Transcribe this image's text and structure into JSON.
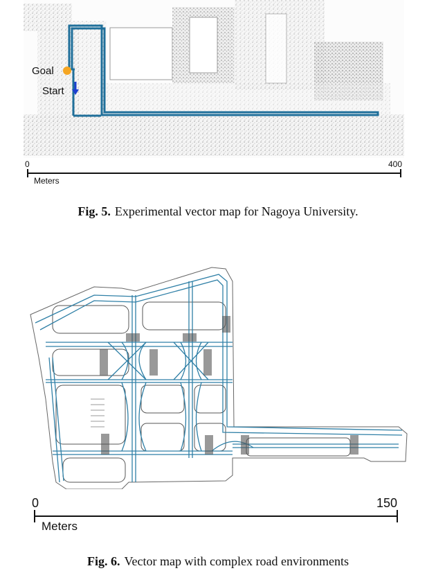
{
  "figures": [
    {
      "label": "Fig. 5.",
      "caption": "Experimental vector map for Nagoya University.",
      "map": {
        "goal_label": "Goal",
        "start_label": "Start",
        "route_color": "#1f6f9a",
        "goal_color": "#f5a623",
        "start_color": "#1c3fd0"
      },
      "scale": {
        "min": "0",
        "max": "400",
        "unit": "Meters"
      }
    },
    {
      "label": "Fig. 6.",
      "caption": "Vector map with complex road environments",
      "map": {
        "lane_color": "#2e7fa6",
        "curb_color": "#555555"
      },
      "scale": {
        "min": "0",
        "max": "150",
        "unit": "Meters"
      }
    }
  ]
}
